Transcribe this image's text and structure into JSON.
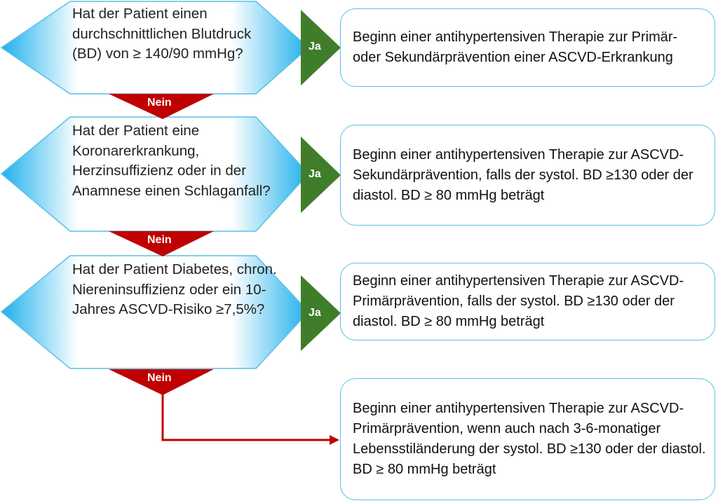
{
  "colors": {
    "yes": "#3f7d2a",
    "no": "#c00000",
    "border": "#5bbfe6",
    "gradient": "#1eb0ec"
  },
  "questions": [
    "Hat der Patient einen durchschnittlichen Blutdruck (BD) von ≥ 140/90 mmHg?",
    "Hat der Patient eine Koronarerkrankung, Herzinsuffizienz oder in der Anamnese einen Schlaganfall?",
    "Hat der Patient Diabetes, chron. Niereninsuffizienz oder ein 10-Jahres ASCVD-Risiko ≥7,5%?"
  ],
  "yes_label": "Ja",
  "no_label": "Nein",
  "outcomes": [
    "Beginn einer antihypertensiven Therapie zur Primär- oder Sekundärprävention einer ASCVD-Erkrankung",
    "Beginn einer antihypertensiven Therapie zur ASCVD-Sekundärprävention, falls der systol. BD ≥130 oder der diastol. BD ≥ 80 mmHg beträgt",
    "Beginn einer antihypertensiven Therapie zur ASCVD-Primärprävention, falls der systol. BD ≥130 oder der diastol. BD ≥ 80 mmHg beträgt",
    "Beginn einer antihypertensiven Therapie zur ASCVD-Primärprävention, wenn auch nach 3-6-monatiger Lebensstiländerung der systol. BD ≥130 oder der diastol. BD ≥ 80 mmHg beträgt"
  ]
}
